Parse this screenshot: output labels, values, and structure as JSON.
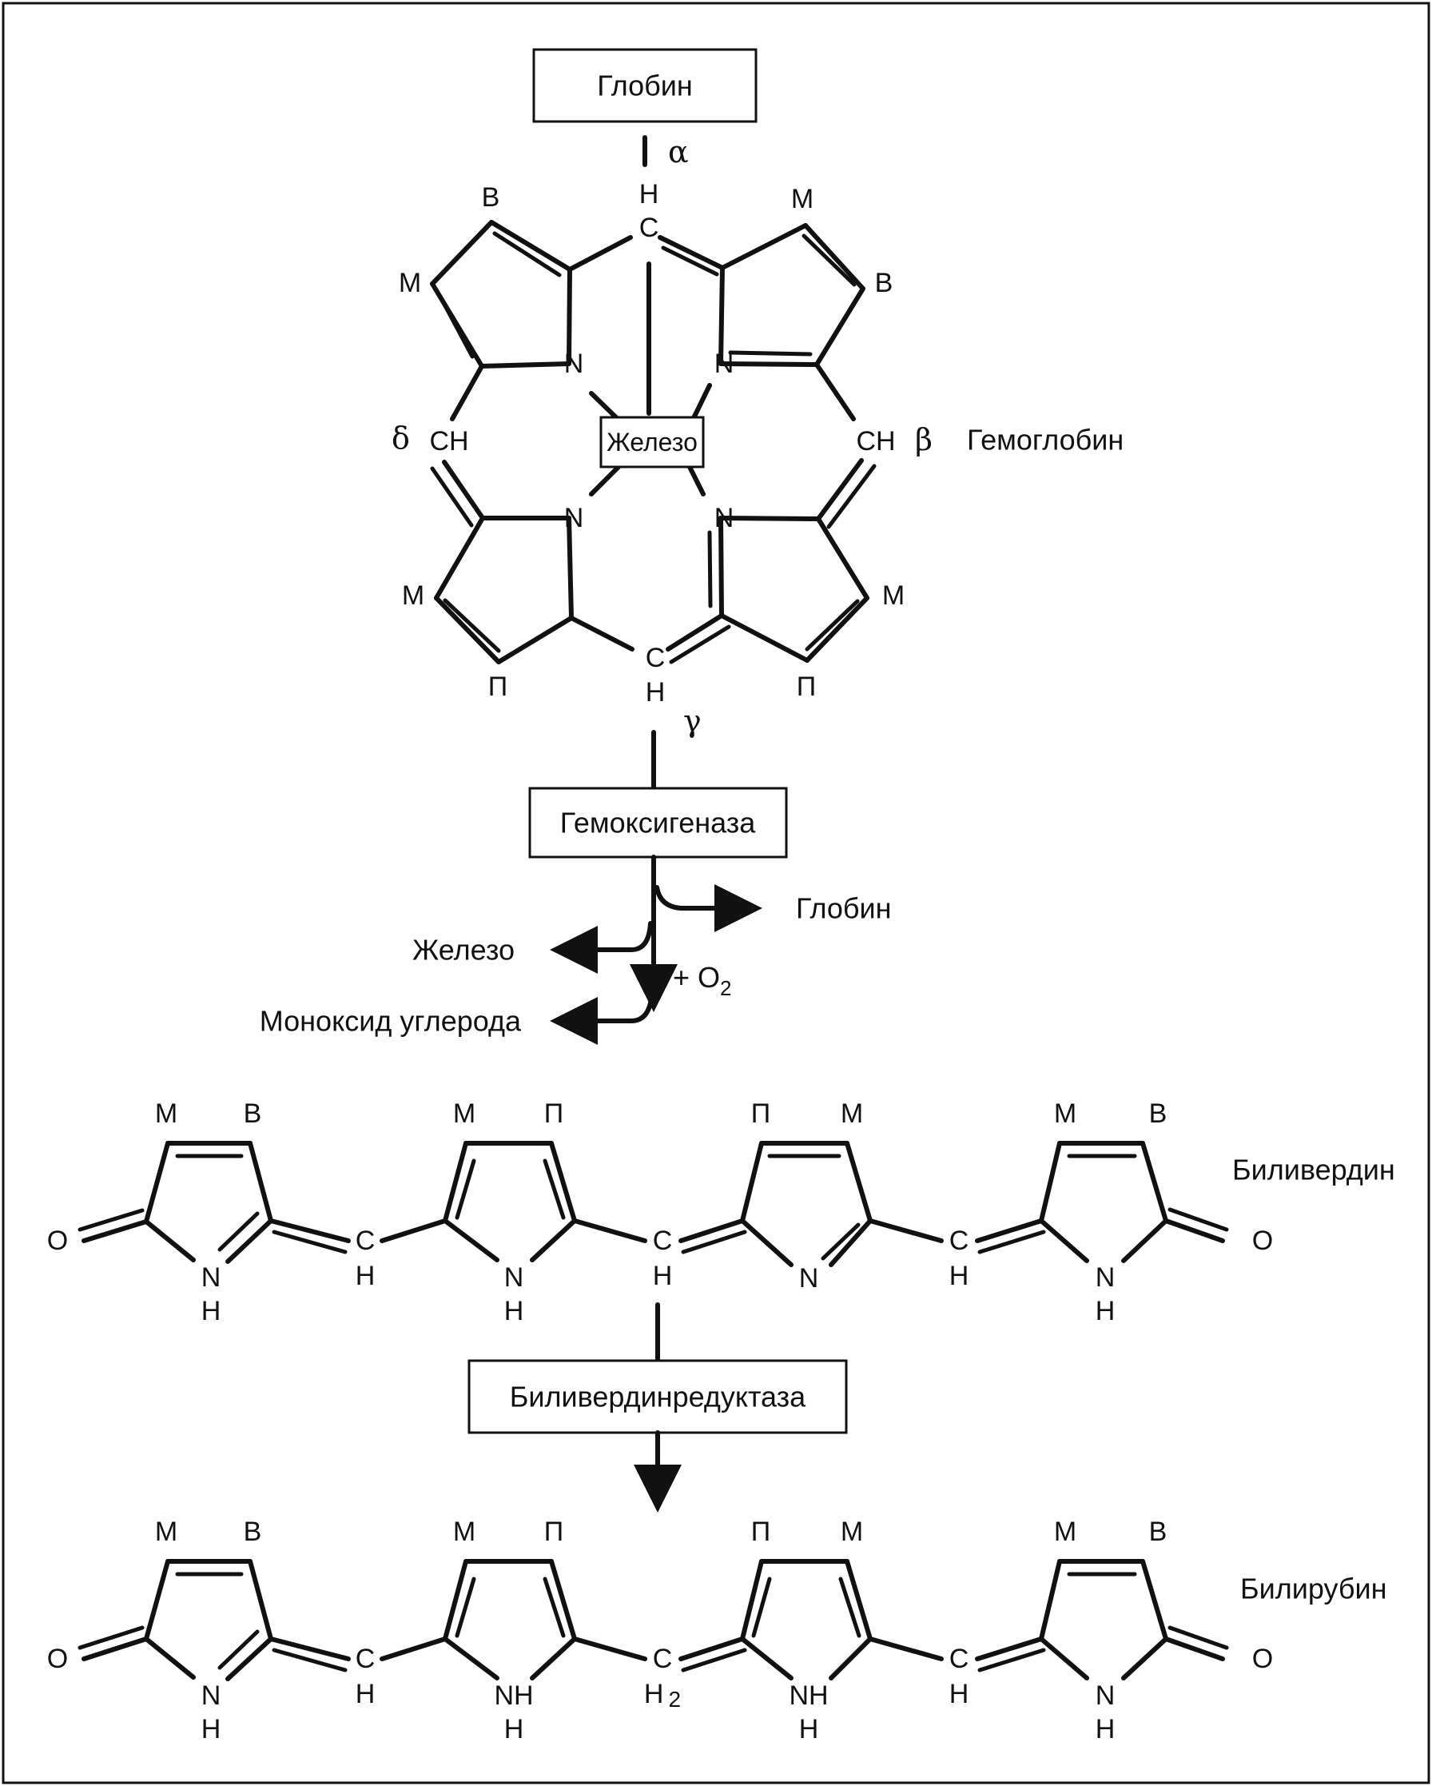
{
  "boxes": {
    "globin": "Глобин",
    "iron": "Железо",
    "hemoxygenase": "Гемоксигеназа",
    "biliverdin_reductase": "Биливердинредуктаза"
  },
  "compounds": {
    "hemoglobin": "Гемоглобин",
    "biliverdin": "Биливердин",
    "bilirubin": "Билирубин"
  },
  "products": {
    "globin": "Глобин",
    "iron": "Железо",
    "carbon_monoxide": "Моноксид углерода",
    "oxygen": "+ O",
    "oxygen_sub": "2"
  },
  "greek": {
    "alpha": "α",
    "beta": "β",
    "gamma": "γ",
    "delta": "δ"
  },
  "atoms": {
    "N": "N",
    "C": "C",
    "H": "H",
    "CH": "CH",
    "O": "O",
    "NH": "NH",
    "H2": "H",
    "two": "2",
    "M": "М",
    "V": "В",
    "P": "П"
  }
}
